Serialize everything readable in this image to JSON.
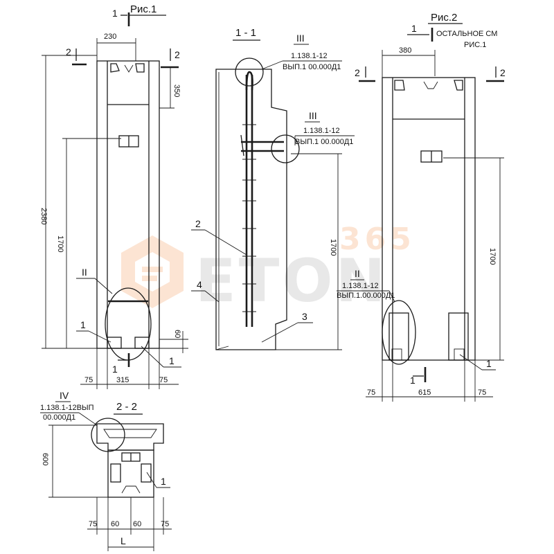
{
  "fig1": {
    "title": "Рис.1",
    "section_mark": "1",
    "dims": {
      "top_width": "230",
      "height": "2380",
      "upper": "350",
      "lower": "1700",
      "bottom_60": "60",
      "left_75": "75",
      "inner_315": "315",
      "right_75": "75"
    },
    "cut_mark_2": "2",
    "callout_II": "II",
    "pos1": "1"
  },
  "sec11": {
    "title": "1 - 1",
    "node_III": "III",
    "ref_top_1": "1.138.1-12",
    "ref_top_2": "ВЫП.1 00.000Д1",
    "ref_mid_1": "1.138.1-12",
    "ref_mid_2": "ВЫП.1 00.000Д1",
    "dim_1700": "1700",
    "pos2": "2",
    "pos3": "3",
    "pos4": "4"
  },
  "fig2": {
    "title": "Рис.2",
    "note": "ОСТАЛЬНОЕ СМ",
    "note2": "РИС.1",
    "mark1": "1",
    "dims": {
      "top_width": "380",
      "height": "1700",
      "left_75": "75",
      "inner_615": "615",
      "right_75": "75"
    },
    "mark2": "2",
    "callout_II": "II",
    "ref_1": "1.138.1-12",
    "ref_2": "ВЫП.1.00.000Д1",
    "pos1": "1"
  },
  "sec22": {
    "title": "2 - 2",
    "node_IV": "IV",
    "ref_1": "1.138.1-12ВЫП",
    "ref_2": "00.000Д1",
    "dim_600": "600",
    "pos1": "1",
    "d75a": "75",
    "d60a": "60",
    "d60b": "60",
    "d75b": "75",
    "L": "L"
  },
  "watermark": {
    "num": "365",
    "brand": "ETON"
  }
}
